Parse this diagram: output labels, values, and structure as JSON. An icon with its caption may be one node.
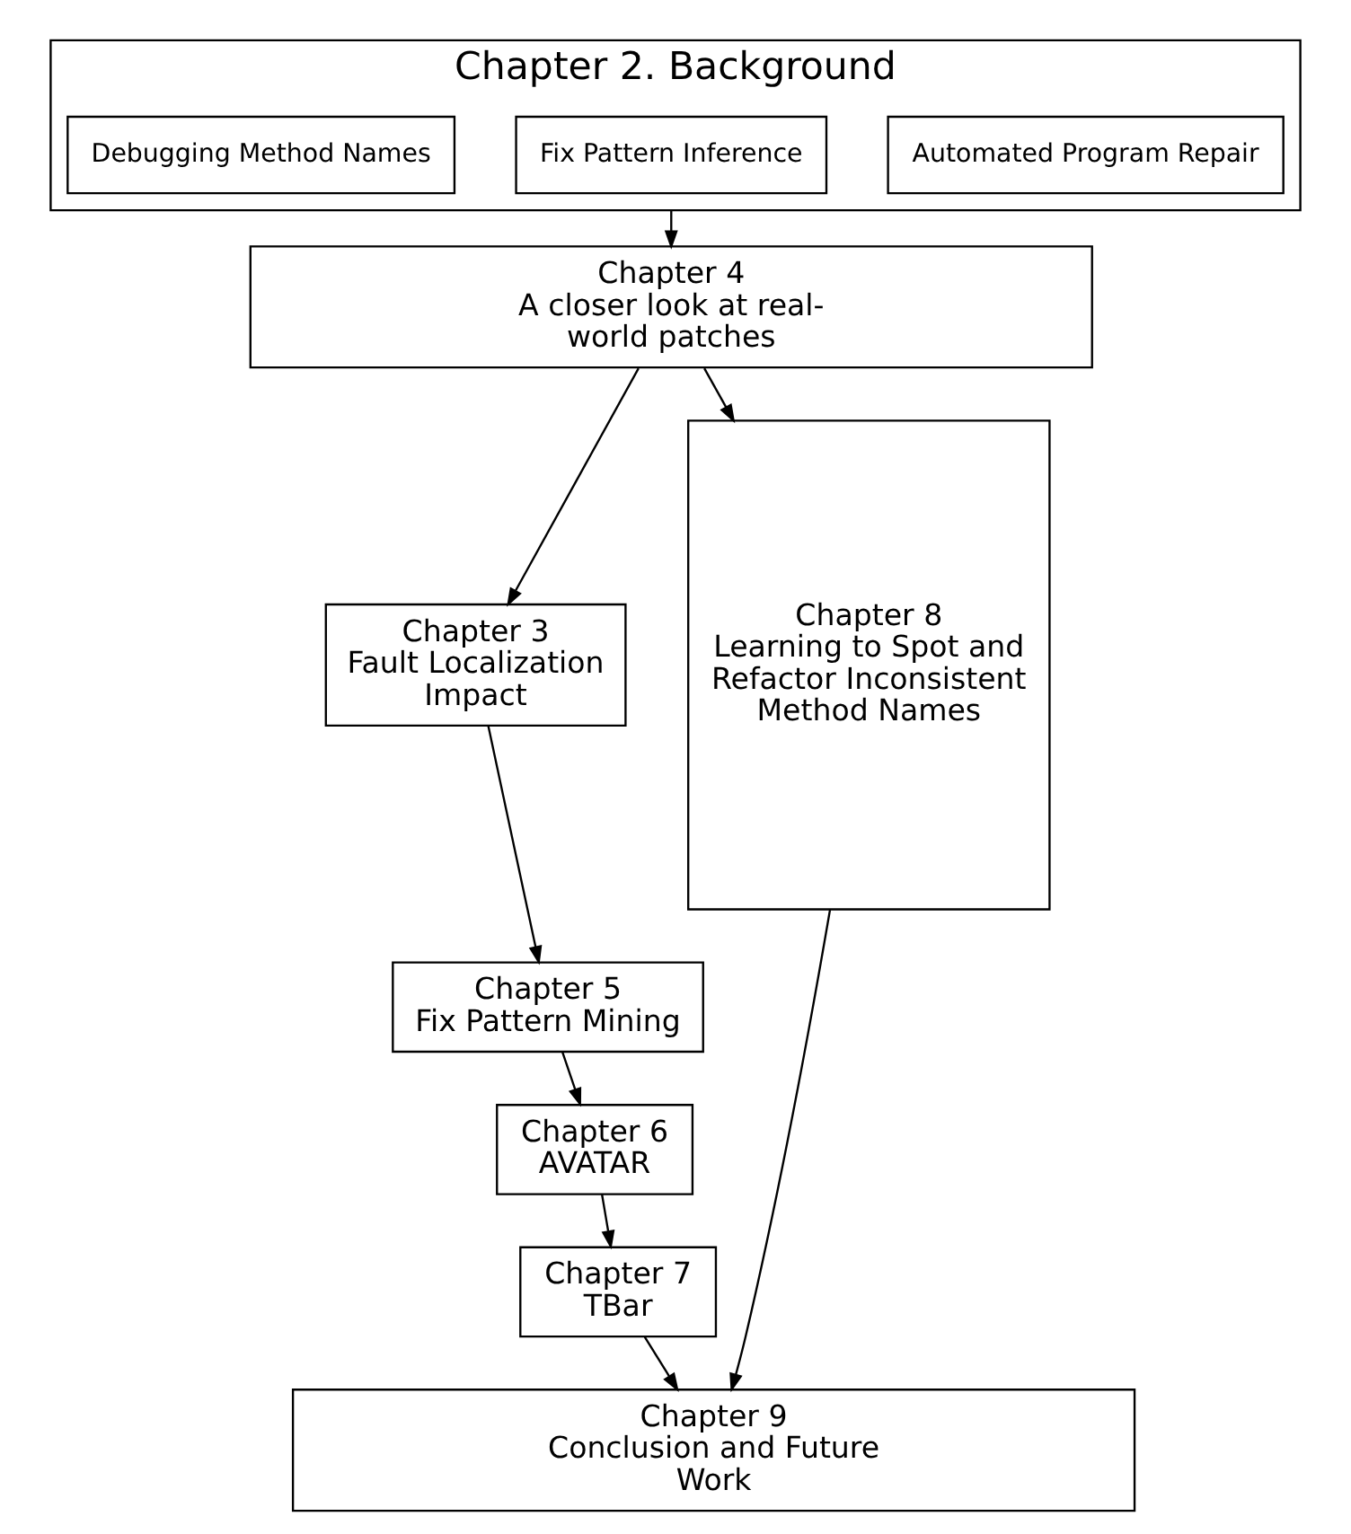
{
  "diagram": {
    "nodes": [
      {
        "text": [
          "Chapter 2. Background"
        ]
      },
      {
        "text": [
          "Automated Program Repair"
        ],
        "in": 0
      },
      {
        "text": [
          "Fix Pattern Inference"
        ],
        "in": 0
      },
      {
        "text": [
          "Debugging Method Names"
        ],
        "in": 0
      },
      {
        "text": [
          "Chapter 4",
          "A closer look at real-world patches"
        ]
      },
      {
        "text": [
          "Chapter 3",
          "Fault Localization Impact"
        ]
      },
      {
        "text": [
          "Chapter 5",
          "Fix Pattern Mining"
        ]
      },
      {
        "text": [
          "Chapter 6",
          "AVATAR"
        ]
      },
      {
        "text": [
          "Chapter 7",
          "TBar"
        ]
      },
      {
        "text": [
          "Chapter 8",
          "Learning to Spot and Refactor Inconsistent Method Names"
        ]
      },
      {
        "text": [
          "Chapter 9",
          "Conclusion and Future Work"
        ]
      }
    ],
    "edges": [
      {
        "from": 0,
        "to": 4,
        "arrow": "to"
      },
      {
        "from": 4,
        "to": 5,
        "arrow": "to"
      },
      {
        "from": 4,
        "to": 9,
        "arrow": "to"
      },
      {
        "from": 5,
        "to": 6,
        "arrow": "to"
      },
      {
        "from": 6,
        "to": 7,
        "arrow": "to"
      },
      {
        "from": 7,
        "to": 8,
        "arrow": "to"
      },
      {
        "from": 8,
        "to": 10,
        "arrow": "to"
      },
      {
        "from": 9,
        "to": 10,
        "arrow": "to"
      }
    ]
  }
}
